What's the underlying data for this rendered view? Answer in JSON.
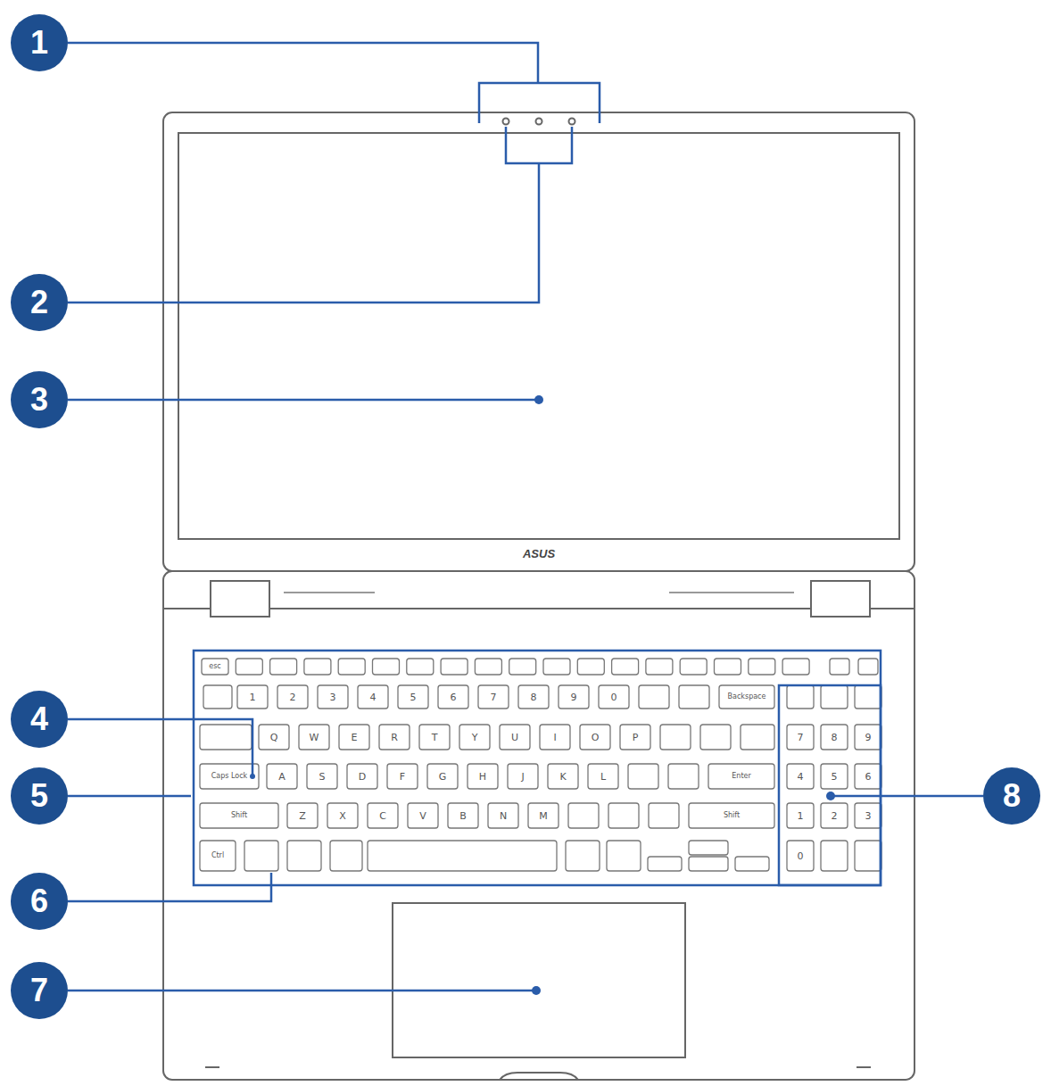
{
  "diagram": {
    "nodes": [
      {
        "text": [
          "1"
        ]
      },
      {
        "text": [
          "2"
        ]
      },
      {
        "text": [
          "3"
        ]
      },
      {
        "text": [
          "4"
        ]
      },
      {
        "text": [
          "5"
        ]
      },
      {
        "text": [
          "6"
        ]
      },
      {
        "text": [
          "7"
        ]
      },
      {
        "text": [
          "8"
        ]
      }
    ],
    "labels": [
      "ASUS",
      "1",
      "2",
      "3",
      "4",
      "5",
      "6",
      "7",
      "8",
      "9",
      "0",
      "Q",
      "W",
      "E",
      "R",
      "T",
      "Y",
      "U",
      "I",
      "O",
      "P",
      "A",
      "S",
      "D",
      "F",
      "G",
      "H",
      "J",
      "K",
      "L",
      "Z",
      "X",
      "C",
      "V",
      "B",
      "N",
      "M",
      "7",
      "8",
      "9",
      "4",
      "5",
      "6",
      "1",
      "2",
      "3",
      "0",
      "esc",
      "Backspace",
      "Caps Lock",
      "Enter",
      "Shift",
      "Shift",
      "Ctrl"
    ]
  }
}
